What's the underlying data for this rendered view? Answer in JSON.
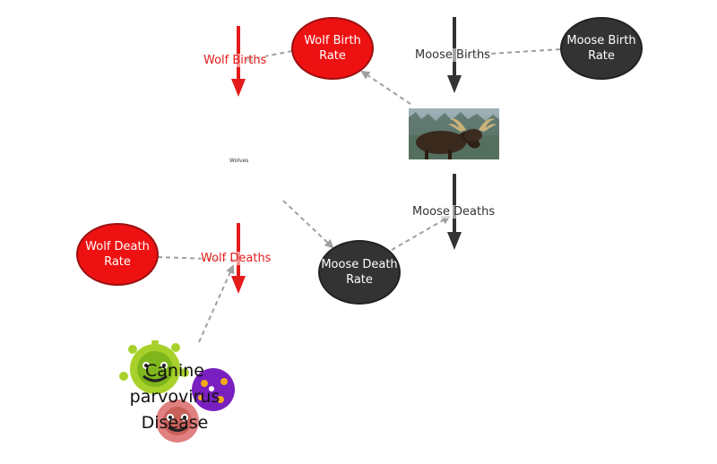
{
  "nodes": {
    "wolf_birth_rate": "Wolf Birth Rate",
    "moose_birth_rate": "Moose Birth Rate",
    "wolf_death_rate": "Wolf Death Rate",
    "moose_death_rate": "Moose Death Rate"
  },
  "flows": {
    "wolf_births": "Wolf Births",
    "moose_births": "Moose Births",
    "moose_deaths": "Moose Deaths",
    "wolf_deaths": "Wolf Deaths"
  },
  "stocks": {
    "wolves": "Wolves"
  },
  "disease": {
    "label": "Canine parvovirus Disease"
  },
  "colors": {
    "wolf_red": "#ee1111",
    "moose_dark": "#333333",
    "link_gray": "#a0a0a0"
  }
}
